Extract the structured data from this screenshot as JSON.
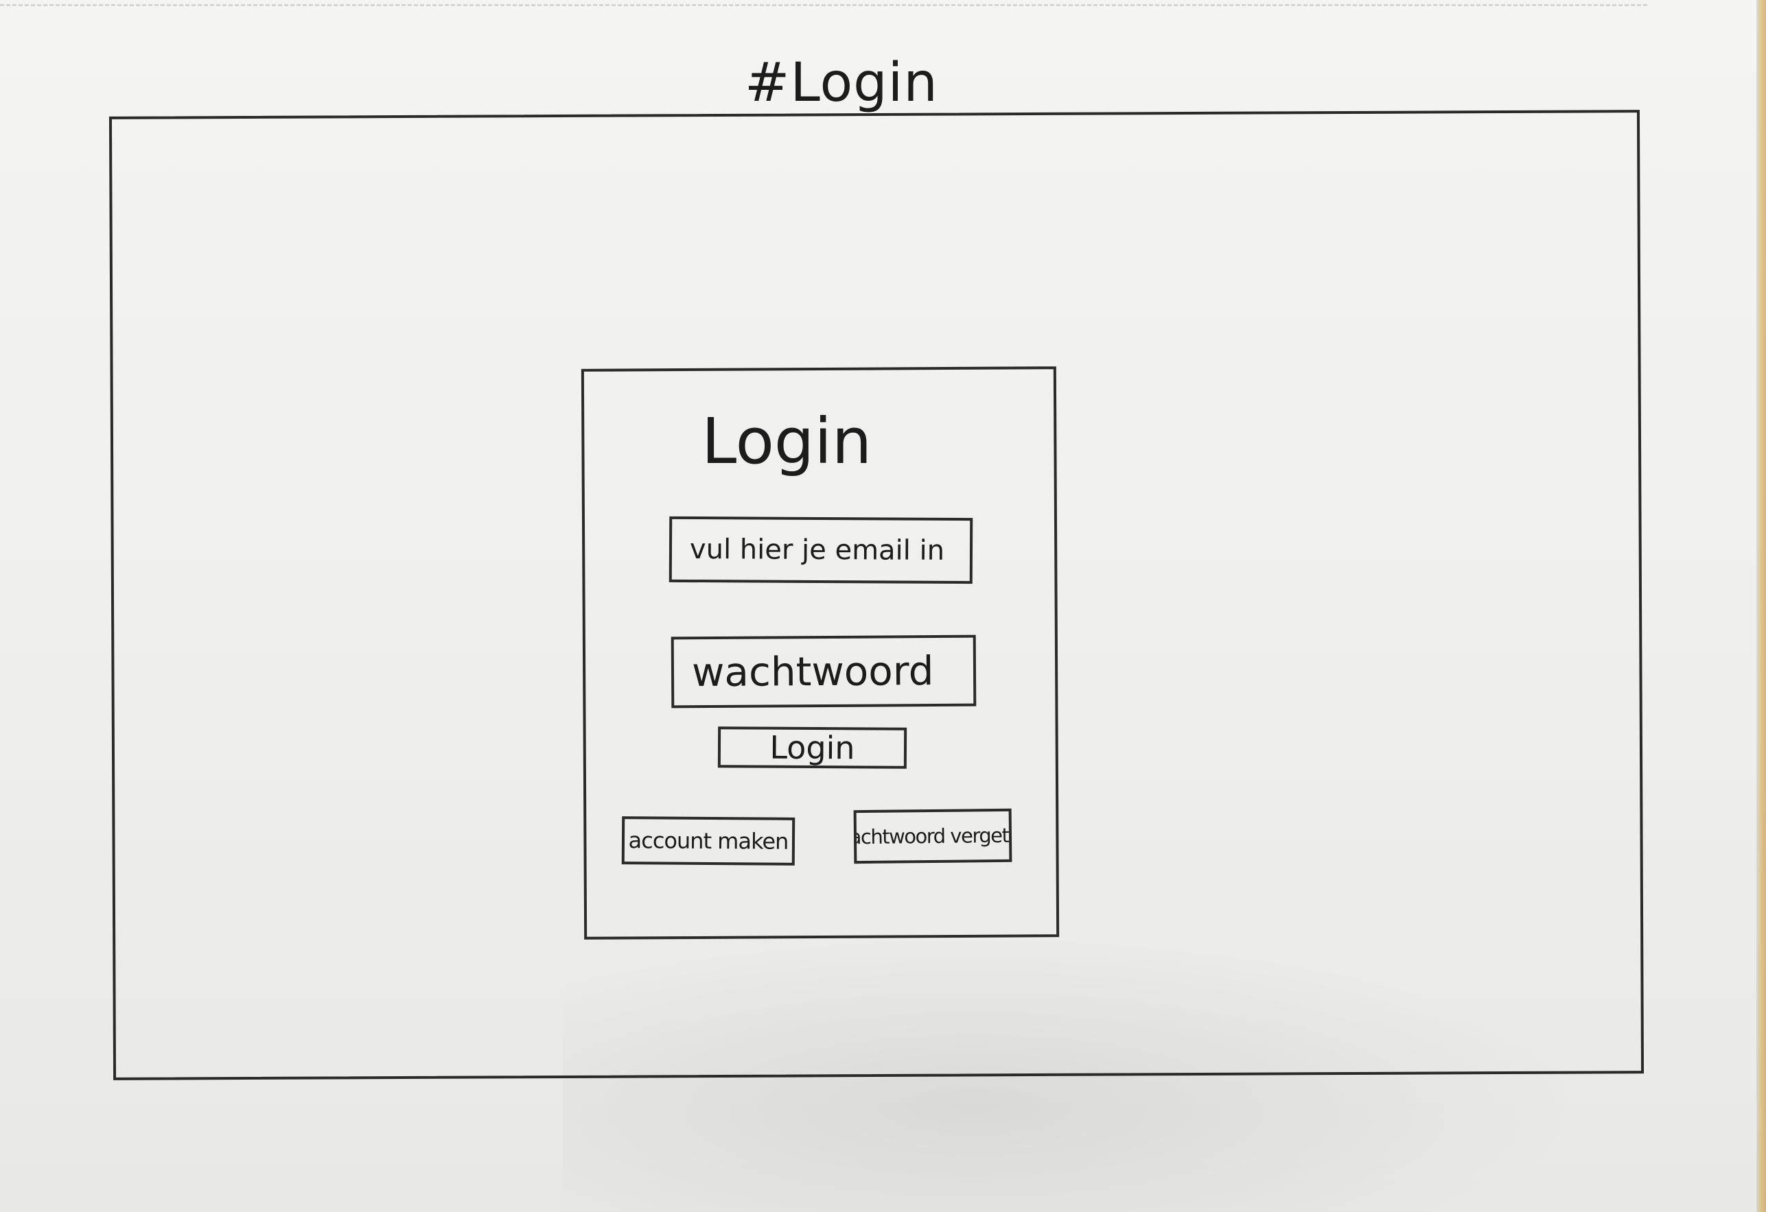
{
  "sketch": {
    "title": "#Login"
  },
  "login": {
    "title": "Login",
    "email_placeholder": "vul hier je email in",
    "password_placeholder": "wachtwoord",
    "submit_label": "Login",
    "create_account_label": "account maken",
    "forgot_password_label": "wachtwoord vergeten"
  }
}
